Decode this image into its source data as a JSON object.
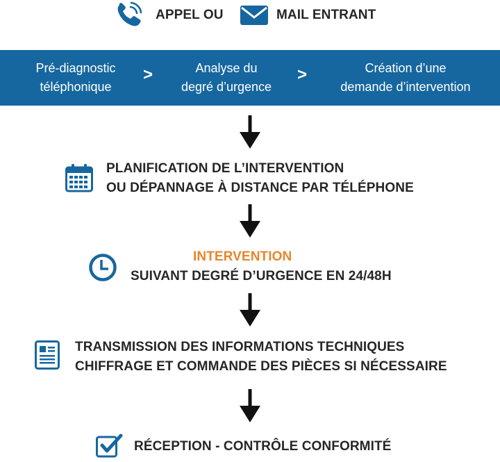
{
  "header": {
    "part1": "APPEL OU",
    "part2": "MAIL ENTRANT"
  },
  "banner": {
    "steps": [
      {
        "line1": "Pré-diagnostic",
        "line2": "téléphonique"
      },
      {
        "line1": "Analyse du",
        "line2": "degré d’urgence"
      },
      {
        "line1": "Création d’une",
        "line2": "demande d’intervention"
      }
    ],
    "separator": ">"
  },
  "steps": {
    "planning": {
      "line1": "PLANIFICATION DE L’INTERVENTION",
      "line2": "OU DÉPANNAGE À DISTANCE PAR TÉLÉPHONE",
      "icon": "calendar-icon"
    },
    "intervention": {
      "title": "INTERVENTION",
      "subtitle": "SUIVANT DEGRÉ D’URGENCE EN 24/48H",
      "icon": "clock-icon"
    },
    "transmission": {
      "line1": "TRANSMISSION DES INFORMATIONS TECHNIQUES",
      "line2": "CHIFFRAGE ET COMMANDE DES PIÈCES SI NÉCESSAIRE",
      "icon": "document-icon"
    },
    "reception": {
      "line1": "RÉCEPTION - CONTRÔLE CONFORMITÉ",
      "icon": "checkbox-icon"
    }
  },
  "colors": {
    "blue": "#16679f",
    "orange": "#e8852a",
    "text": "#262626",
    "arrow": "#111111"
  }
}
